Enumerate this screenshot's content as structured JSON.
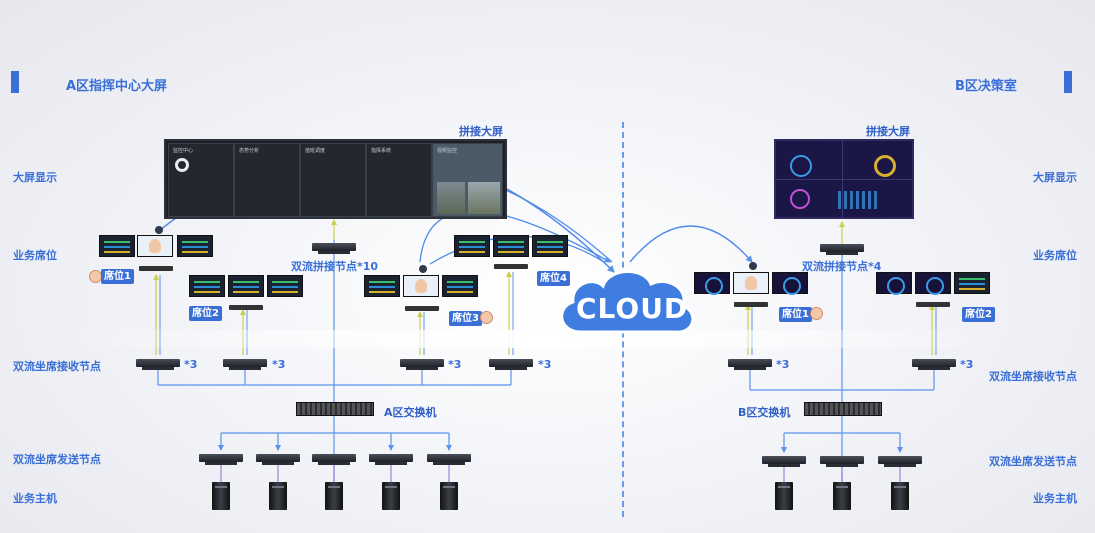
{
  "zones": {
    "a_title": "A区指挥中心大屏",
    "b_title": "B区决策室"
  },
  "left_labels": {
    "big_screen": "大屏显示",
    "business_seat": "业务席位",
    "receive_node": "双流坐席接收节点",
    "send_node": "双流坐席发送节点",
    "host": "业务主机"
  },
  "right_labels": {
    "big_screen": "大屏显示",
    "business_seat": "业务席位",
    "receive_node": "双流坐席接收节点",
    "send_node": "双流坐席发送节点",
    "host": "业务主机"
  },
  "a_zone": {
    "splice_screen": "拼接大屏",
    "splice_node": "双流拼接节点*10",
    "switch": "A区交换机",
    "seats": [
      "席位1",
      "席位2",
      "席位3",
      "席位4"
    ],
    "multipliers": [
      "*3",
      "*3",
      "*3",
      "*3"
    ],
    "screen_panels": [
      "监控中心",
      "态势分析",
      "值班调度",
      "指挥系统",
      "视频监控"
    ]
  },
  "b_zone": {
    "splice_screen": "拼接大屏",
    "splice_node": "双流拼接节点*4",
    "switch": "B区交换机",
    "seats": [
      "席位1",
      "席位2"
    ],
    "multipliers": [
      "*3",
      "*3"
    ]
  },
  "cloud": {
    "label": "CLOUD"
  },
  "colors": {
    "accent": "#3a6fd8",
    "line": "#4f8be8",
    "cloud": "#3f7de0"
  },
  "icons": {
    "node": "network-node-icon",
    "switch": "switch-icon",
    "host": "server-tower-icon",
    "cloud": "cloud-icon",
    "person": "person-icon"
  }
}
